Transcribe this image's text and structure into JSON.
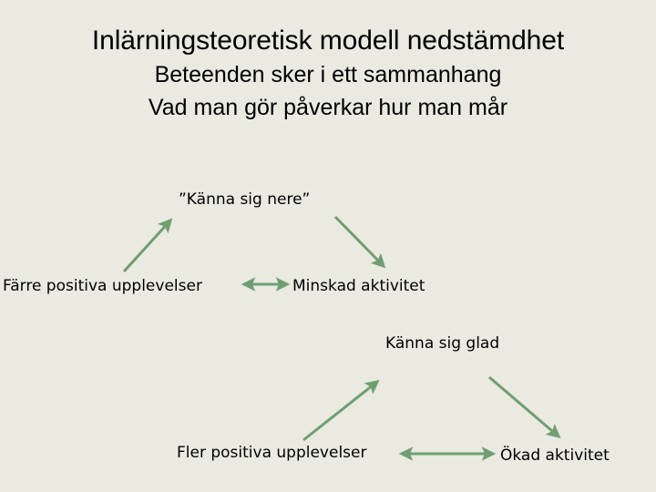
{
  "slide": {
    "background_color": "#eaeae0",
    "text_color": "#000000",
    "arrow_color": "#6f9e72"
  },
  "heading": {
    "line1": "Inlärningsteoretisk modell nedstämdhet",
    "line2": "Beteenden sker i ett sammanhang",
    "line3": "Vad man gör påverkar hur man mår"
  },
  "diagram": {
    "negative_cycle": {
      "mood": "”Känna sig nere”",
      "left": "Färre positiva upplevelser",
      "right": "Minskad aktivitet"
    },
    "positive_cycle": {
      "mood": "Känna sig glad",
      "left": "Fler positiva upplevelser",
      "right": "Ökad aktivitet"
    }
  },
  "arrows": [
    {
      "name": "arrow-fewer-positive-to-low-mood",
      "heads": "single"
    },
    {
      "name": "arrow-low-mood-to-reduced-activity",
      "heads": "single"
    },
    {
      "name": "arrow-fewer-positive-reduced-activity",
      "heads": "double"
    },
    {
      "name": "arrow-more-positive-to-happy-mood",
      "heads": "single"
    },
    {
      "name": "arrow-happy-mood-to-increased-activity",
      "heads": "single"
    },
    {
      "name": "arrow-more-positive-increased-activity",
      "heads": "double"
    }
  ]
}
